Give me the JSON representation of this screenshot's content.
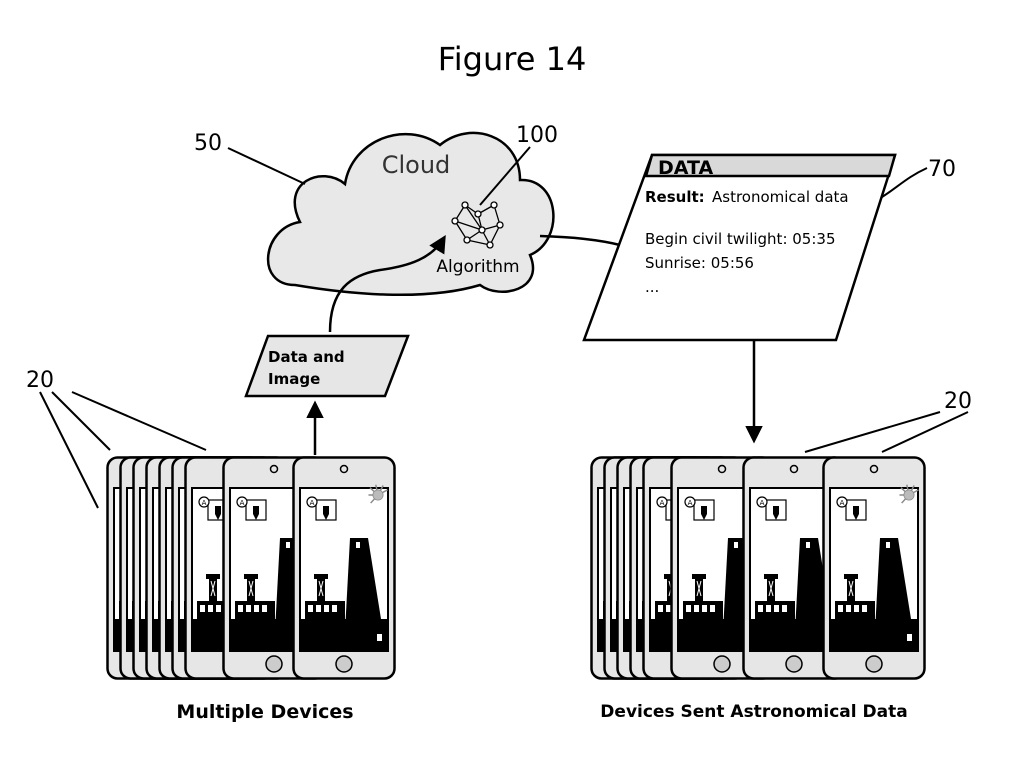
{
  "figure_title": "Figure 14",
  "refs": {
    "cloud": "50",
    "algorithm": "100",
    "data_doc": "70",
    "devices_left": "20",
    "devices_right": "20"
  },
  "cloud": {
    "label": "Cloud",
    "algorithm_label": "Algorithm"
  },
  "upload_box": {
    "line1": "Data and",
    "line2": "Image"
  },
  "data_doc": {
    "header": "DATA",
    "result_label": "Result:",
    "result_value": "Astronomical data",
    "line1": "Begin civil twilight: 05:35",
    "line2": "Sunrise: 05:56",
    "line3": "..."
  },
  "captions": {
    "left": "Multiple Devices",
    "right": "Devices Sent Astronomical Data"
  },
  "icons": {
    "network": "network-graph-icon",
    "phone": "smartphone-icon",
    "sun": "sun-icon"
  },
  "colors": {
    "cloud_fill": "#e8e8e8",
    "phone_fill": "#e6e6e6",
    "stroke": "#000000"
  }
}
